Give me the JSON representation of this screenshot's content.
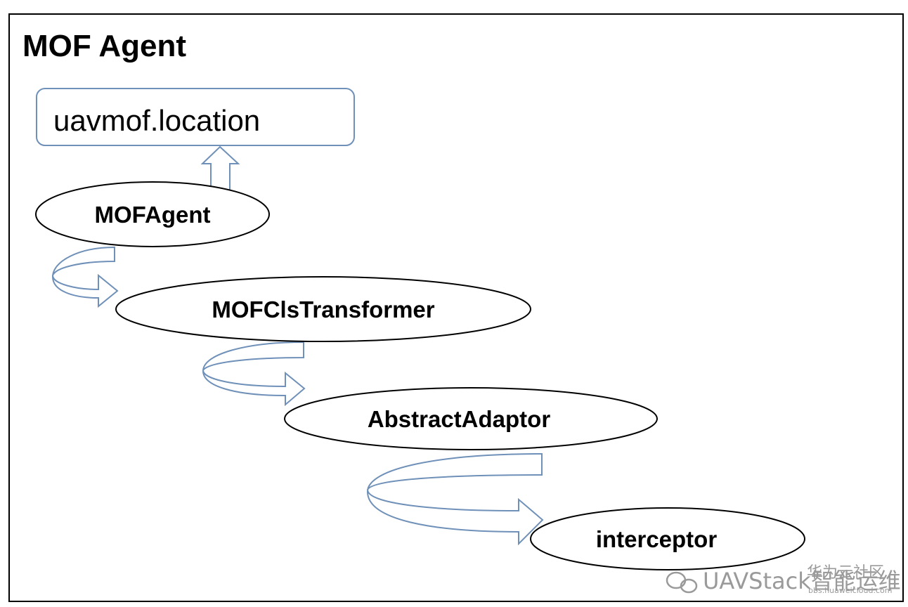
{
  "diagram": {
    "title": "MOF Agent",
    "location_box": {
      "label": "uavmof.location"
    },
    "nodes": [
      {
        "id": "mofagent",
        "label": "MOFAgent"
      },
      {
        "id": "transformer",
        "label": "MOFClsTransformer"
      },
      {
        "id": "adaptor",
        "label": "AbstractAdaptor"
      },
      {
        "id": "interceptor",
        "label": "interceptor"
      }
    ],
    "edges": [
      {
        "from": "mofagent",
        "to": "location_box",
        "style": "block-arrow-up"
      },
      {
        "from": "mofagent",
        "to": "transformer",
        "style": "curved-arrow"
      },
      {
        "from": "transformer",
        "to": "adaptor",
        "style": "curved-arrow"
      },
      {
        "from": "adaptor",
        "to": "interceptor",
        "style": "curved-arrow"
      }
    ],
    "colors": {
      "arrow_outline": "#6f90b8",
      "arrow_fill_top": "#c8c8c8",
      "outline": "#000000"
    }
  },
  "watermark": {
    "cn": "华为云社区",
    "text": "UAVStack智能运维",
    "url": "bbs.huaweicloud.com",
    "icon": "wechat-icon"
  }
}
